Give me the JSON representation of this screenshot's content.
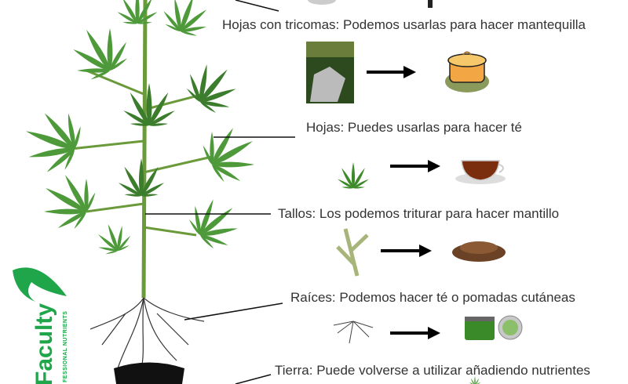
{
  "labels": [
    {
      "part": "Hojas con tricomas",
      "text": "Hojas con tricomas: Podemos usarlas para hacer mantequilla"
    },
    {
      "part": "Hojas",
      "text": "Hojas: Puedes usarlas para hacer té"
    },
    {
      "part": "Tallos",
      "text": "Tallos: Los podemos triturar para hacer mantillo"
    },
    {
      "part": "Raíces",
      "text": "Raíces: Podemos hacer té o pomadas cutáneas"
    },
    {
      "part": "Tierra",
      "text": "Tierra: Puede volverse a utilizar añadiendo nutrientes"
    }
  ],
  "logo": {
    "name": "Faculty",
    "tagline": "FESSIONAL NUTRIENTS",
    "color": "#1fa64a"
  },
  "colors": {
    "leaf": "#4e9a3a",
    "leaf_dark": "#3b7d2c",
    "arrow": "#000000",
    "text": "#333333"
  }
}
